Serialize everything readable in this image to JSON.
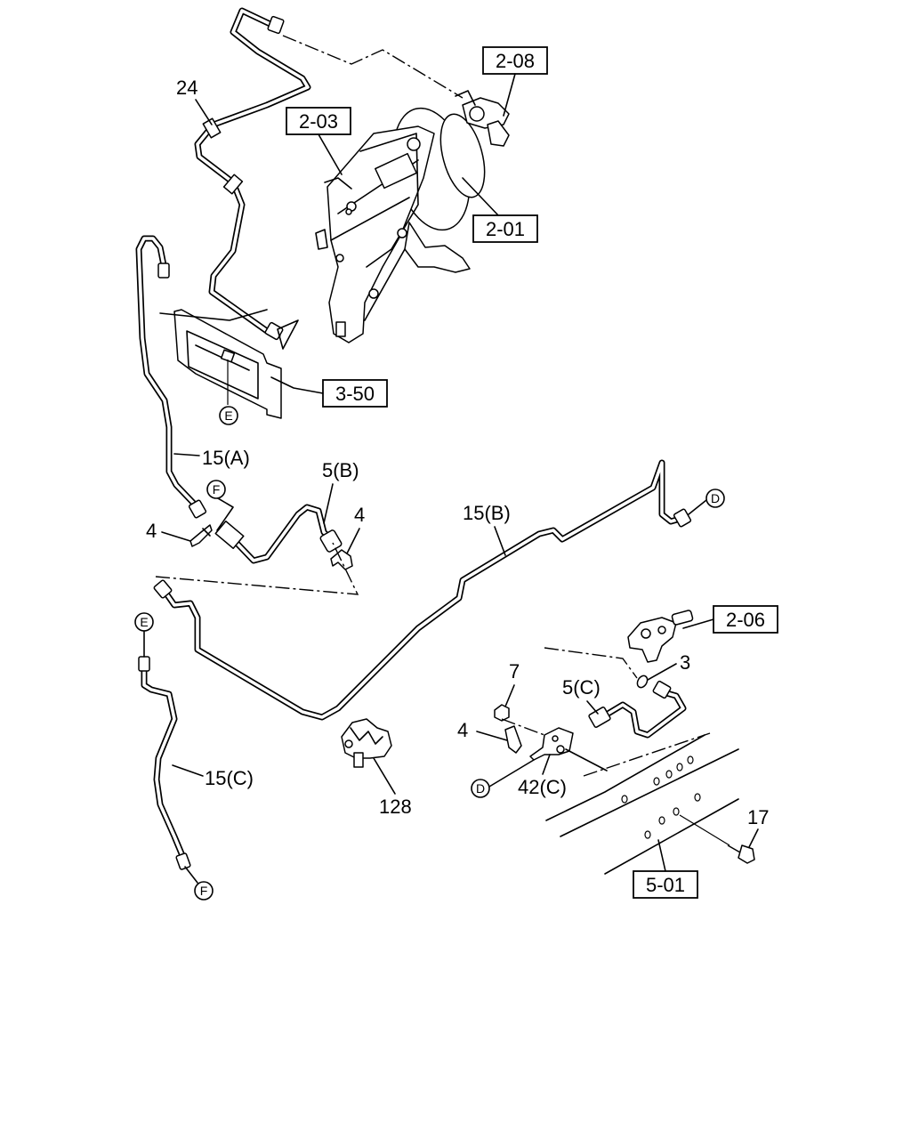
{
  "refs": {
    "r208": "2-08",
    "r203": "2-03",
    "r201": "2-01",
    "r350": "3-50",
    "r206": "2-06",
    "r501": "5-01"
  },
  "labels": {
    "l24": "24",
    "l15a": "15(A)",
    "l5b": "5(B)",
    "l4a": "4",
    "l4b": "4",
    "l15b": "15(B)",
    "l15c": "15(C)",
    "l128": "128",
    "l7": "7",
    "l5c": "5(C)",
    "l3": "3",
    "l4c": "4",
    "l42c": "42(C)",
    "l17": "17"
  },
  "connectors": {
    "cE1": "E",
    "cF1": "F",
    "cD1": "D",
    "cE2": "E",
    "cF2": "F",
    "cD2": "D"
  }
}
